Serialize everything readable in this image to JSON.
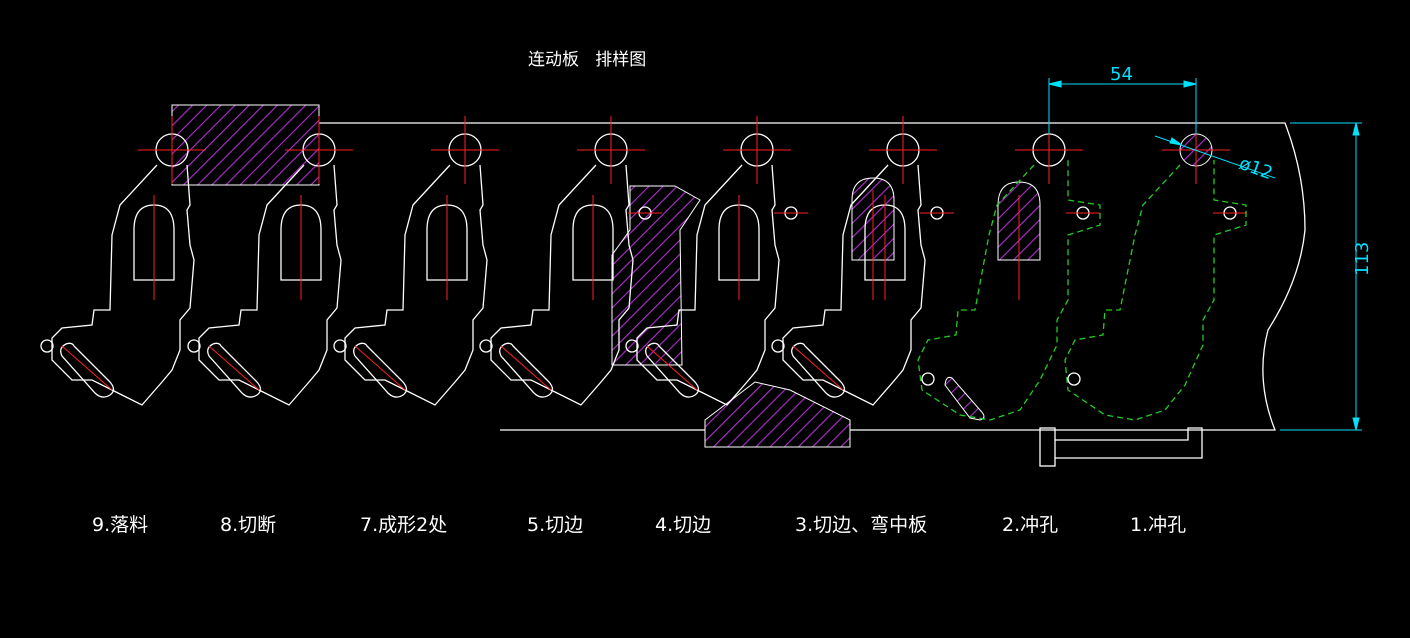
{
  "title": "连动板   排样图",
  "dimensions": {
    "pitch": "54",
    "width": "113",
    "hole": "ø12"
  },
  "station_labels": [
    "9.落料",
    "8.切断",
    "7.成形2处",
    "5.切边",
    "4.切边",
    "3.切边、弯中板",
    "2.冲孔",
    "1.冲孔"
  ],
  "colors": {
    "background": "#000000",
    "outline": "#ffffff",
    "centerline": "#ff2020",
    "hatch": "#b030d0",
    "punch_preview": "#22cc22",
    "dimension": "#00e0ff"
  }
}
